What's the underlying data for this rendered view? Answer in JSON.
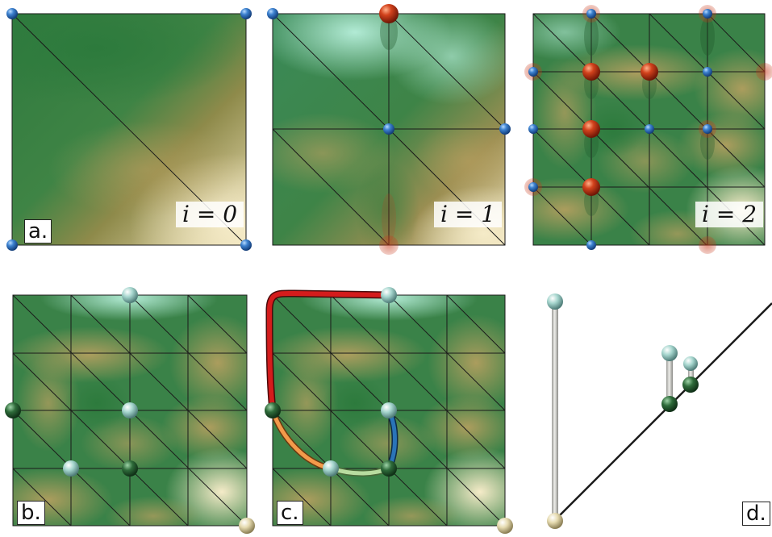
{
  "panel_labels": {
    "a": "a.",
    "b": "b.",
    "c": "c.",
    "d": "d."
  },
  "iteration_labels": {
    "i0": "i = 0",
    "i1": "i = 1",
    "i2": "i = 2"
  },
  "colors": {
    "terrain_green": "#2f7a3e",
    "terrain_tan": "#b39a55",
    "terrain_cream": "#f2e6c0",
    "terrain_mint": "#a6e8d2",
    "mesh_line": "#1a1a1a",
    "vertex_blue": "#2f6fbf",
    "vertex_red": "#c8381a",
    "max_sphere": "#a8d8d0",
    "saddle_sphere": "#2e6b3a",
    "min_sphere": "#e8ddb0",
    "arc_red": "#d41c1c",
    "arc_orange": "#f39a4a",
    "arc_lightgreen": "#b8dca0",
    "arc_blue": "#2a74b8",
    "diagonal": "#1a1a1a",
    "bar": "#c9c9c6"
  },
  "icons": {
    "vertex": "sphere-icon",
    "critical_point": "sphere-icon"
  }
}
